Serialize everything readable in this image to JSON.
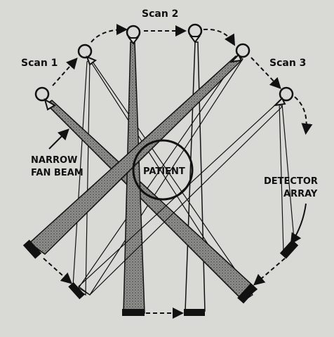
{
  "labels": {
    "scan1": "Scan 1",
    "scan2": "Scan 2",
    "scan3": "Scan 3",
    "beam_line1": "NARROW",
    "beam_line2": "FAN BEAM",
    "patient": "PATIENT",
    "detector_line1": "DETECTOR",
    "detector_line2": "ARRAY"
  },
  "colors": {
    "background": "#d9d9d6",
    "ink": "#111111",
    "beam_fill": "#8f8f8c"
  }
}
